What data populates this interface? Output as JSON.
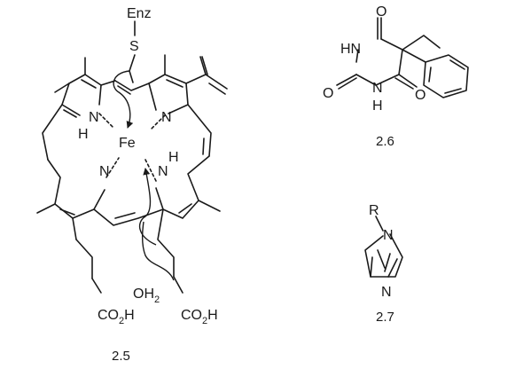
{
  "molecules": [
    {
      "caption": "2.5",
      "labels": {
        "enz": "Enz",
        "s": "S",
        "nh_top": "N",
        "h_top": "H",
        "n_top_right": "N",
        "fe": "Fe",
        "n_bottom_left": "N",
        "nh_bottom": "N",
        "h_bottom": "H",
        "water_o": "OH",
        "water_sub": "2",
        "acid_left": "CO",
        "acid_left_sub": "2",
        "acid_left_h": "H",
        "acid_right": "CO",
        "acid_right_sub": "2",
        "acid_right_h": "H"
      }
    },
    {
      "caption": "2.6",
      "labels": {
        "o_top": "O",
        "hn": "HN",
        "o_left": "O",
        "nh": "N",
        "h": "H",
        "o_right": "O"
      }
    },
    {
      "caption": "2.7",
      "labels": {
        "r": "R",
        "n1": "N",
        "n3": "N"
      }
    }
  ]
}
